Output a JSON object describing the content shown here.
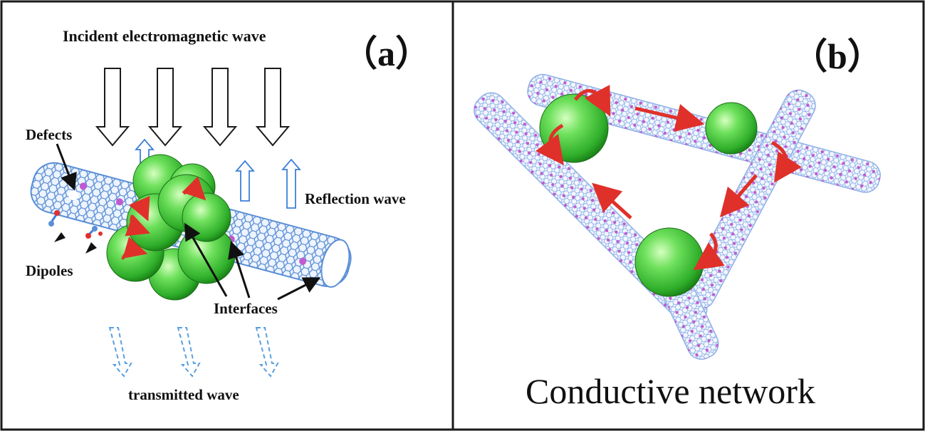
{
  "panels": {
    "a": {
      "letter": "（a）",
      "incident_label": "Incident electromagnetic wave",
      "defects_label": "Defects",
      "reflection_label": "Reflection wave",
      "dipoles_label": "Dipoles",
      "interfaces_label": "Interfaces",
      "transmitted_label": "transmitted wave"
    },
    "b": {
      "letter": "（b）",
      "caption": "Conductive network"
    }
  },
  "colors": {
    "frame": "#1a1a1a",
    "sphere_green": "#4fd14a",
    "sphere_dark": "#1f8a1c",
    "sphere_light": "#c8f7b0",
    "nanotube_blue": "#5b8fd6",
    "nanotube_light": "#a9c6ef",
    "atom_purple": "#c05ad0",
    "red_arrow": "#e0302a",
    "reflect_blue": "#3d7fd9",
    "transmit_blue": "#5aa0e0"
  },
  "icons": {
    "incident": "down-arrow-outline-icon",
    "reflection": "up-arrow-outline-icon",
    "transmitted": "dashed-down-arrow-icon",
    "rotation": "curved-red-arrow-icon"
  }
}
